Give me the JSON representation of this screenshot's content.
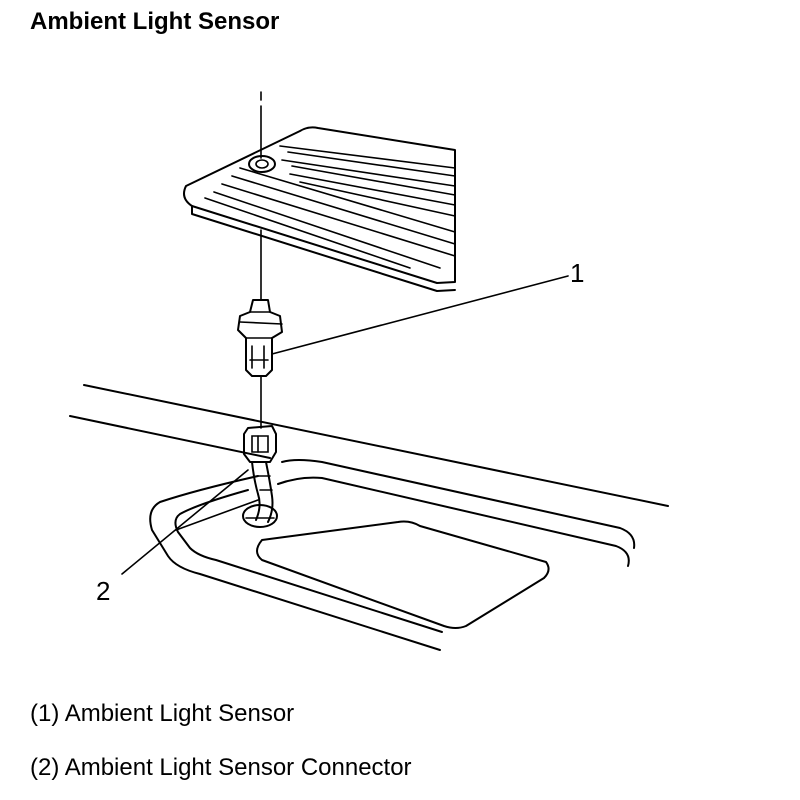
{
  "title": "Ambient Light Sensor",
  "callouts": [
    {
      "number": "1",
      "label": "Ambient Light Sensor"
    },
    {
      "number": "2",
      "label": "Ambient Light Sensor Connector"
    }
  ],
  "legend": [
    {
      "number": "(1)",
      "text": "Ambient Light Sensor"
    },
    {
      "number": "(2)",
      "text": "Ambient Light Sensor Connector"
    }
  ]
}
